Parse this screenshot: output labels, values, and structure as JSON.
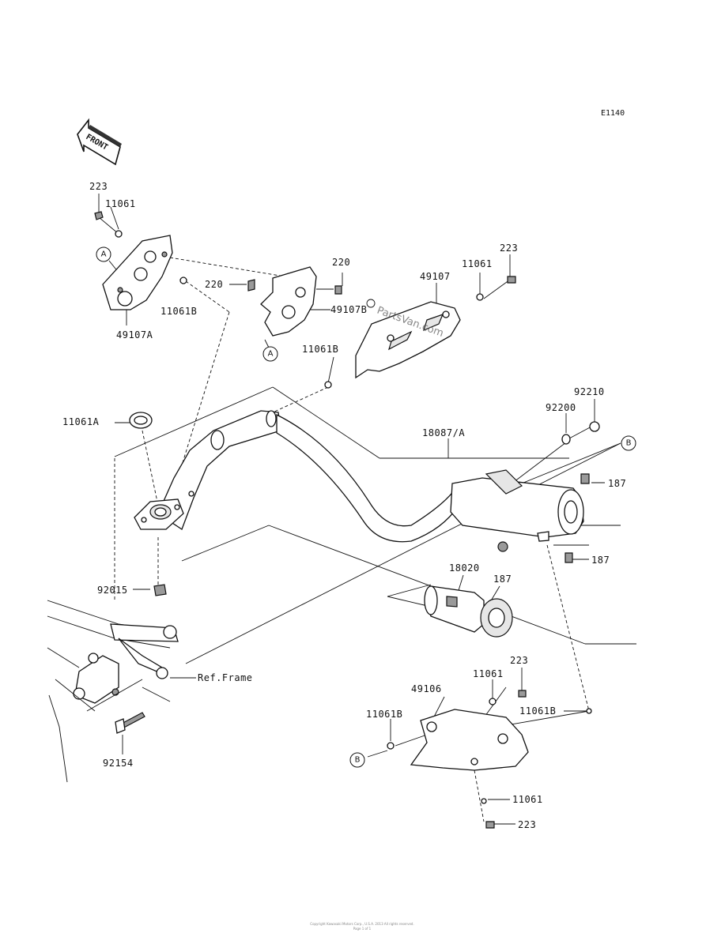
{
  "diagram_code": "E1140",
  "front_label": "FRONT",
  "watermark": "PartsVan.com",
  "footer_line1": "Copyright Kawasaki Motors Corp., U.S.A. 2013 All rights reserved.",
  "footer_line2": "Page 1 of 1",
  "callouts": {
    "A": "A",
    "B": "B"
  },
  "parts": {
    "p223": "223",
    "p11061": "11061",
    "p11061A": "11061A",
    "p11061B": "11061B",
    "p220": "220",
    "p49107": "49107",
    "p49107A": "49107A",
    "p49107B": "49107B",
    "p49106": "49106",
    "p18087A": "18087/A",
    "p18020": "18020",
    "p92210": "92210",
    "p92200": "92200",
    "p92015": "92015",
    "p92154": "92154",
    "p187": "187",
    "ref_frame": "Ref.Frame"
  }
}
